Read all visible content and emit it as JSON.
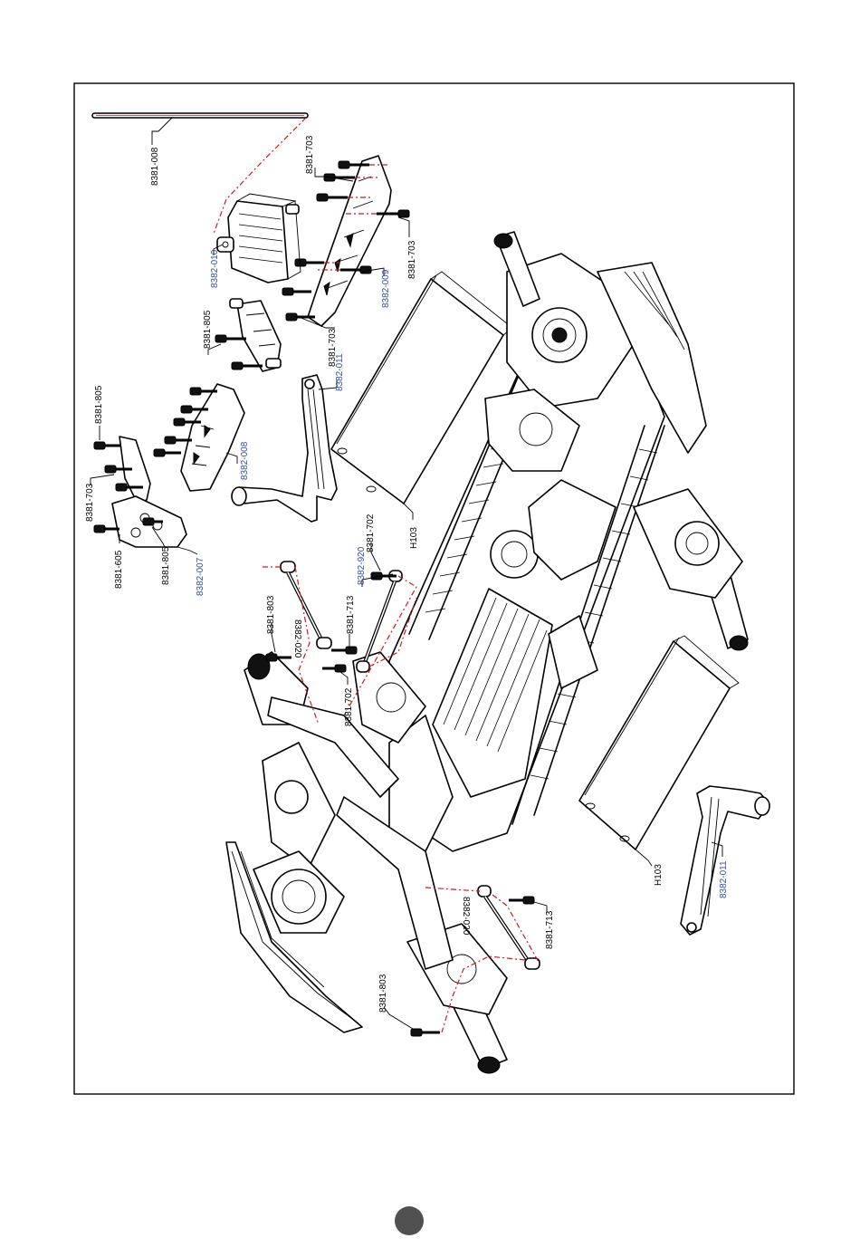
{
  "callouts": {
    "rod": "8381-008",
    "screws_top_upper": "8381-703",
    "screws_top_right": "8381-703",
    "screws_top_lower": "8381-703",
    "receiver_box": "8382-010",
    "plate_top": "8382-009",
    "mount_805_a": "8381-805",
    "bracket_011_top": "8382-011",
    "plate_008": "8382-008",
    "screws_805_b": "8381-805",
    "screws_703_left": "8381-703",
    "screws_605": "8381-605",
    "screws_805_c": "8381-805",
    "plate_007": "8382-007",
    "battery_top": "H103",
    "screw_702_top": "8381-702",
    "link_920_top": "8382-920",
    "screw_803_top": "8381-803",
    "link_020_top": "8382-020",
    "screw_713_top": "8381-713",
    "screw_702_mid": "8381-702",
    "battery_bottom": "H103",
    "bracket_011_bottom": "8382-011",
    "link_020_bottom": "8382-020",
    "screw_713_bottom": "8381-713",
    "screw_803_bottom": "8381-803"
  },
  "colors": {
    "blue_label": "#2f4fa8",
    "red_guide": "#d11a1a",
    "page_dot": "#505050"
  },
  "page_marker": "page-dot"
}
